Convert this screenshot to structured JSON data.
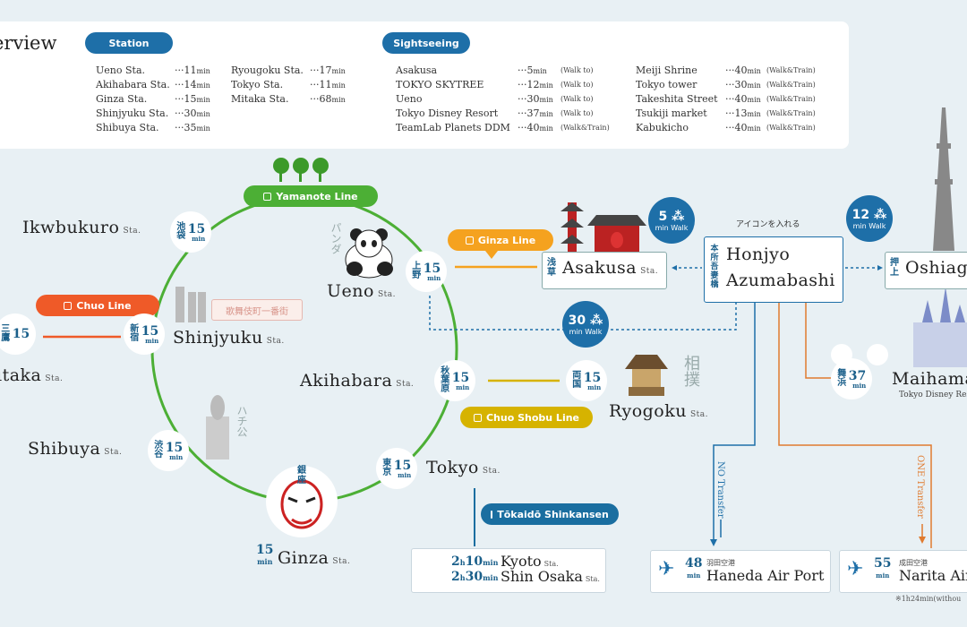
{
  "overview": {
    "title": "erview",
    "station_pill": "Station",
    "sightseeing_pill": "Sightseeing",
    "stations_col1": [
      {
        "name": "Ueno Sta.",
        "time": "···11",
        "unit": "min"
      },
      {
        "name": "Akihabara Sta.",
        "time": "···14",
        "unit": "min"
      },
      {
        "name": "Ginza Sta.",
        "time": "···15",
        "unit": "min"
      },
      {
        "name": "Shinjyuku Sta.",
        "time": "···30",
        "unit": "min"
      },
      {
        "name": "Shibuya Sta.",
        "time": "···35",
        "unit": "min"
      }
    ],
    "stations_col2": [
      {
        "name": "Ryougoku Sta.",
        "time": "···17",
        "unit": "min"
      },
      {
        "name": "Tokyo Sta.",
        "time": "···11",
        "unit": "min"
      },
      {
        "name": "Mitaka Sta.",
        "time": "···68",
        "unit": "min"
      }
    ],
    "sights_col1": [
      {
        "name": "Asakusa",
        "time": "···5",
        "unit": "min",
        "note": "(Walk to)"
      },
      {
        "name": "TOKYO SKYTREE",
        "time": "···12",
        "unit": "min",
        "note": "(Walk to)"
      },
      {
        "name": "Ueno",
        "time": "···30",
        "unit": "min",
        "note": "(Walk to)"
      },
      {
        "name": "Tokyo Disney Resort",
        "time": "···37",
        "unit": "min",
        "note": "(Walk to)"
      },
      {
        "name": "TeamLab Planets DDM",
        "time": "···40",
        "unit": "min",
        "note": "(Walk&Train)"
      }
    ],
    "sights_col2": [
      {
        "name": "Meiji Shrine",
        "time": "···40",
        "unit": "min",
        "note": "(Walk&Train)"
      },
      {
        "name": "Tokyo tower",
        "time": "···30",
        "unit": "min",
        "note": "(Walk&Train)"
      },
      {
        "name": "Takeshita Street",
        "time": "···40",
        "unit": "min",
        "note": "(Walk&Train)"
      },
      {
        "name": "Tsukiji market",
        "time": "···13",
        "unit": "min",
        "note": "(Walk&Train)"
      },
      {
        "name": "Kabukicho",
        "time": "···40",
        "unit": "min",
        "note": "(Walk&Train)"
      }
    ]
  },
  "lines": {
    "yamanote": "Yamanote Line",
    "ginza": "Ginza Line",
    "chuo": "Chuo Line",
    "chuo_sobu": "Chuo Shobu Line",
    "tokaido": "Tōkaidō Shinkansen"
  },
  "stations": {
    "ikebukuro": {
      "name": "Ikwbukuro",
      "sta": "Sta.",
      "kanji": "池袋",
      "time": "15",
      "unit": "min"
    },
    "ueno": {
      "name": "Ueno",
      "sta": "Sta.",
      "kanji": "上野",
      "time": "15",
      "unit": "min",
      "deco": "パンダ"
    },
    "shinjyuku": {
      "name": "Shinjyuku",
      "sta": "Sta.",
      "kanji": "新宿",
      "time": "15",
      "unit": "min",
      "deco": "歌舞伎町一番街"
    },
    "mitaka": {
      "name": "itaka",
      "sta": "Sta.",
      "kanji": "三鷹",
      "time": "15"
    },
    "akihabara": {
      "name": "Akihabara",
      "sta": "Sta.",
      "kanji": "秋葉原",
      "time": "15",
      "unit": "min"
    },
    "shibuya": {
      "name": "Shibuya",
      "sta": "Sta.",
      "kanji": "渋谷",
      "time": "15",
      "unit": "min",
      "deco": "ハチ公"
    },
    "tokyo": {
      "name": "Tokyo",
      "sta": "Sta.",
      "kanji": "東京",
      "time": "15",
      "unit": "min"
    },
    "ginza": {
      "name": "Ginza",
      "sta": "Sta.",
      "kanji": "銀座",
      "time": "15",
      "unit": "min"
    },
    "ryogoku": {
      "name": "Ryogoku",
      "sta": "Sta.",
      "kanji": "両国",
      "time": "15",
      "unit": "min",
      "deco": "相撲"
    },
    "asakusa": {
      "name": "Asakusa",
      "sta": "Sta.",
      "kanji": "浅草"
    },
    "oshiage": {
      "name": "Oshiag",
      "kanji": "押上"
    },
    "maihama": {
      "name": "Maihama",
      "kanji": "舞浜",
      "time": "37",
      "unit": "min",
      "sub": "Tokyo Disney Res"
    }
  },
  "hub": {
    "line1": "Honjyo",
    "line2": "Azumabashi",
    "kanji": "本所吾妻橋",
    "note": "アイコンを入れる"
  },
  "walks": {
    "asakusa": {
      "time": "5",
      "unit": "min",
      "label": "Walk"
    },
    "oshiage": {
      "time": "12",
      "unit": "min",
      "label": "Walk"
    },
    "ueno": {
      "time": "30",
      "unit": "min",
      "label": "Walk"
    }
  },
  "shinkansen": {
    "row1": {
      "h": "2",
      "hu": "h",
      "m": "10",
      "mu": "min",
      "dest": "Kyoto",
      "sta": "Sta."
    },
    "row2": {
      "h": "2",
      "hu": "h",
      "m": "30",
      "mu": "min",
      "dest": "Shin Osaka",
      "sta": "Sta."
    }
  },
  "airports": {
    "haneda": {
      "time": "48",
      "unit": "min",
      "jp": "羽田空港",
      "name": "Haneda Air Port",
      "transfer": "NO Transfer"
    },
    "narita": {
      "time": "55",
      "unit": "min",
      "jp": "成田空港",
      "name": "Narita Air",
      "transfer": "ONE Transfer",
      "footnote": "※1h24min(withou"
    }
  },
  "colors": {
    "yamanote": "#4caf35",
    "ginza": "#f5a21f",
    "chuo": "#ef5a28",
    "chuo_sobu": "#d6b300",
    "tokaido": "#1a6ea0",
    "navy": "#1e6fa8",
    "orange": "#e07a2e"
  }
}
